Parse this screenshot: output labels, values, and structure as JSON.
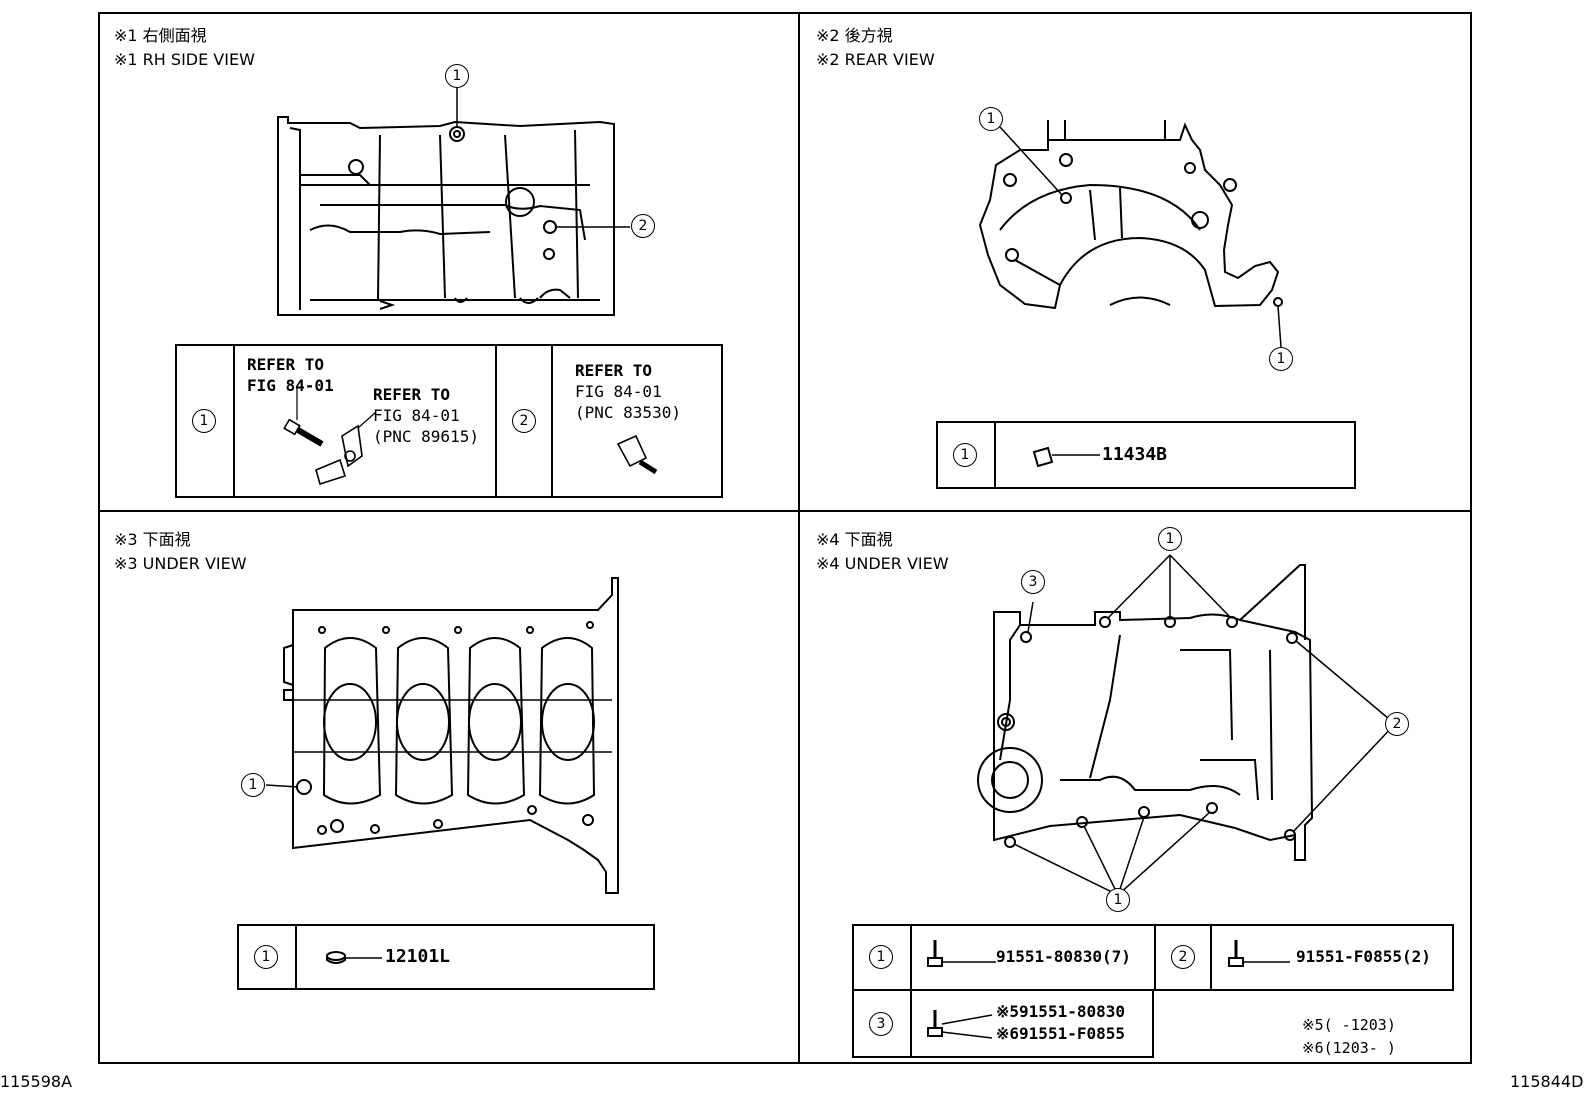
{
  "q1": {
    "title_jp": "※1 右側面視",
    "title_en": "※1 RH SIDE VIEW",
    "callouts": [
      "1",
      "2"
    ],
    "table": {
      "idx1": "1",
      "ref_a_line1": "REFER TO",
      "ref_a_line2": "FIG 84-01",
      "ref_b_line1": "REFER TO",
      "ref_b_line2": "FIG 84-01",
      "ref_b_line3": "(PNC 89615)",
      "idx2": "2",
      "ref_c_line1": "REFER TO",
      "ref_c_line2": "FIG 84-01",
      "ref_c_line3": "(PNC 83530)"
    }
  },
  "q2": {
    "title_jp": "※2 後方視",
    "title_en": "※2 REAR VIEW",
    "callouts": [
      "1",
      "1"
    ],
    "table": {
      "idx": "1",
      "part": "11434B"
    }
  },
  "q3": {
    "title_jp": "※3 下面視",
    "title_en": "※3 UNDER VIEW",
    "callouts": [
      "1"
    ],
    "table": {
      "idx": "1",
      "part": "12101L"
    }
  },
  "q4": {
    "title_jp": "※4 下面視",
    "title_en": "※4 UNDER VIEW",
    "callouts": [
      "1",
      "3",
      "2",
      "1"
    ],
    "table": {
      "idx1": "1",
      "part1": "91551-80830(7)",
      "idx2": "2",
      "part2": "91551-F0855(2)",
      "idx3": "3",
      "part3a": "※591551-80830",
      "part3b": "※691551-F0855"
    },
    "notes": {
      "n5": "※5(      -1203)",
      "n6": "※6(1203-      )"
    }
  },
  "corner_left": "115598A",
  "corner_right": "115844D"
}
